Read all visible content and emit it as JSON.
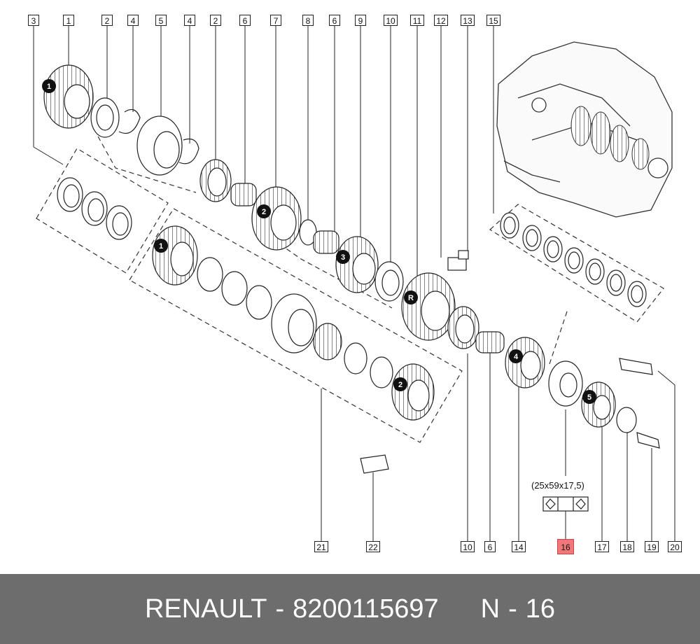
{
  "top_callouts": [
    "3",
    "1",
    "2",
    "4",
    "5",
    "4",
    "2",
    "6",
    "7",
    "8",
    "6",
    "9",
    "10",
    "11",
    "12",
    "13",
    "15"
  ],
  "bottom_callouts": [
    "21",
    "22",
    "10",
    "6",
    "14",
    "16",
    "17",
    "18",
    "19",
    "20"
  ],
  "highlighted_callout": "16",
  "gear_markers": [
    "1",
    "2",
    "3",
    "R",
    "4",
    "5",
    "1",
    "2"
  ],
  "bearing_dimension": "(25x59x17,5)",
  "footer": {
    "brand": "RENAULT",
    "separator": "-",
    "part_number": "8200115697",
    "ref_label": "N",
    "ref_number": "16"
  },
  "colors": {
    "footer_bg": "#6d6d6d",
    "highlight": "#f0787a",
    "line": "#222222"
  }
}
